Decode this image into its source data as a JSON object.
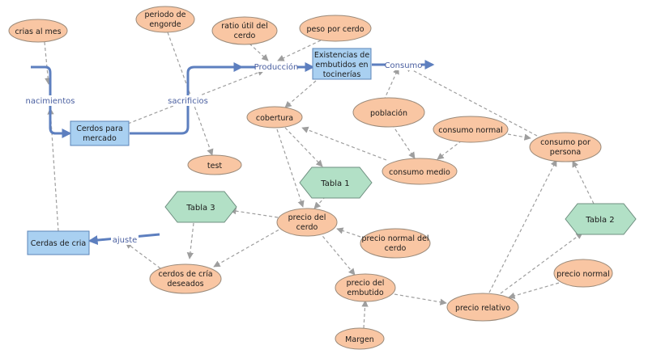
{
  "colors": {
    "variable_fill": "#f9c6a3",
    "stock_fill": "#a9d0f1",
    "table_fill": "#b2e0c6",
    "flow": "#5d7fbf",
    "link": "#9e9e9e"
  },
  "stocks": {
    "cerdos_mercado": [
      "Cerdos para",
      "mercado"
    ],
    "cerdas_cria": "Cerdas de cria",
    "existencias": [
      "Existencias de",
      "embutidos en",
      "tocinerías"
    ]
  },
  "flows": {
    "nacimientos": "nacimientos",
    "sacrificios": "sacrificios",
    "produccion": "Producción",
    "consumo": "Consumo",
    "ajuste": "ajuste"
  },
  "variables": {
    "crias_al_mes": "crias al mes",
    "periodo_engorde": [
      "periodo de",
      "engorde"
    ],
    "ratio_util": [
      "ratio útil del",
      "cerdo"
    ],
    "peso_por_cerdo": "peso por cerdo",
    "cobertura": "cobertura",
    "poblacion": "población",
    "consumo_normal": "consumo normal",
    "consumo_por_persona": [
      "consumo por",
      "persona"
    ],
    "consumo_medio": "consumo medio",
    "test": "test",
    "precio_del_cerdo": [
      "precio del",
      "cerdo"
    ],
    "precio_normal_cerdo": [
      "precio normal del",
      "cerdo"
    ],
    "cerdos_cria_deseados": [
      "cerdos de cría",
      "deseados"
    ],
    "precio_del_embutido": [
      "precio del",
      "embutido"
    ],
    "precio_normal": "precio normal",
    "precio_relativo": "precio relativo",
    "margen": "Margen"
  },
  "tables": {
    "tabla_1": "Tabla 1",
    "tabla_2": "Tabla 2",
    "tabla_3": "Tabla 3"
  }
}
